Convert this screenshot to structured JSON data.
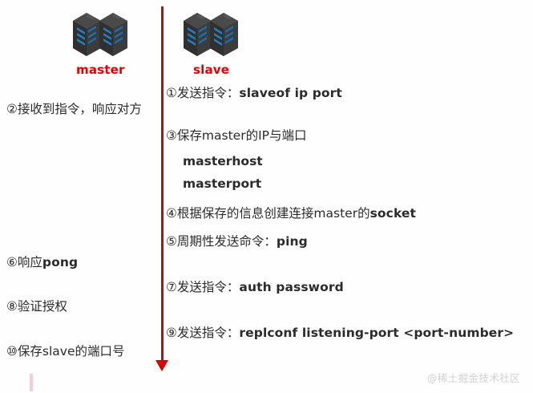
{
  "canvas": {
    "background_color": "#fefefe",
    "accent_red": "#db0000",
    "label_red": "#e60000",
    "text_color": "#2b2b2b"
  },
  "nodes": [
    {
      "id": "master",
      "label": "master",
      "icon": "server-rack-icon"
    },
    {
      "id": "slave",
      "label": "slave",
      "icon": "server-rack-icon"
    }
  ],
  "master_steps": [
    {
      "num": "②",
      "text": "接收到指令，响应对方"
    },
    {
      "num": "⑥",
      "cn": "响应",
      "code": "pong"
    },
    {
      "num": "⑧",
      "text": "验证授权"
    },
    {
      "num": "⑩",
      "text": "保存slave的端口号"
    }
  ],
  "slave_steps": [
    {
      "num": "①",
      "cn": "发送指令：",
      "code": "slaveof  ip  port"
    },
    {
      "num": "③",
      "cn": "保存master的IP与端口",
      "code": ""
    },
    {
      "num": "④",
      "cn": "根据保存的信息创建连接master的",
      "code": "socket"
    },
    {
      "num": "⑤",
      "cn": "周期性发送命令：",
      "code": "ping"
    },
    {
      "num": "⑦",
      "cn": "发送指令：",
      "code": "auth  password"
    },
    {
      "num": "⑨",
      "cn": "发送指令：",
      "code": "replconf listening-port <port-number>"
    }
  ],
  "slave_sub_items": [
    {
      "text": "masterhost"
    },
    {
      "text": "masterport"
    }
  ],
  "watermark": {
    "text": "@稀土掘金技术社区"
  }
}
